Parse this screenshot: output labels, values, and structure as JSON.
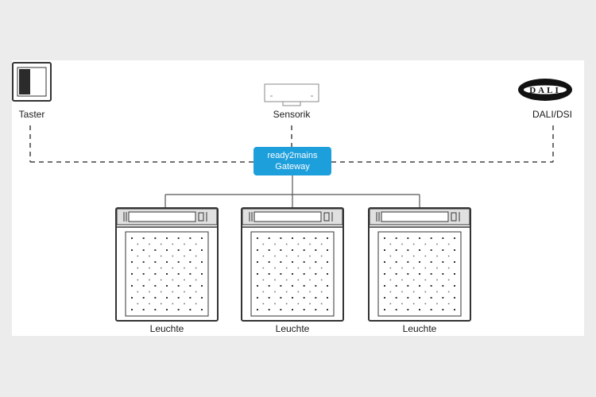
{
  "nodes": {
    "taster": {
      "label": "Taster",
      "icon": "push-button-icon"
    },
    "sensorik": {
      "label": "Sensorik",
      "icon": "sensor-icon"
    },
    "dali": {
      "label": "DALI/DSI",
      "logo_text": "DALI",
      "icon": "dali-logo"
    }
  },
  "gateway": {
    "line1": "ready2mains",
    "line2": "Gateway",
    "color": "#1d9fdc"
  },
  "luminaires": [
    {
      "label": "Leuchte",
      "icon": "luminaire-icon"
    },
    {
      "label": "Leuchte",
      "icon": "luminaire-icon"
    },
    {
      "label": "Leuchte",
      "icon": "luminaire-icon"
    }
  ],
  "colors": {
    "accent": "#1d9fdc",
    "line": "#444444"
  }
}
